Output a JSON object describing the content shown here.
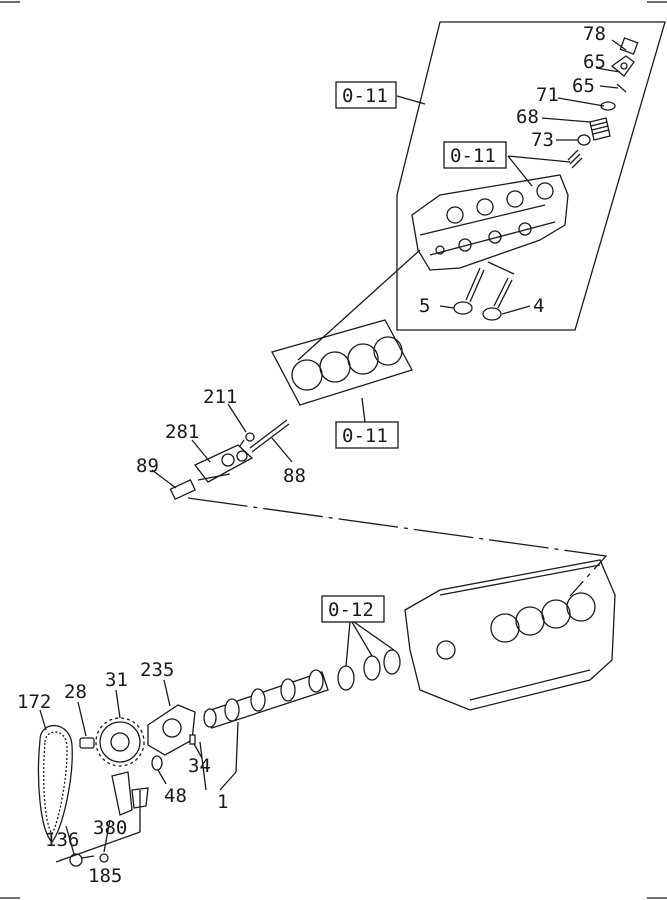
{
  "callouts": {
    "c78": "78",
    "c65a": "65",
    "c65b": "65",
    "c71": "71",
    "c68": "68",
    "c73": "73",
    "c5": "5",
    "c4": "4",
    "c211": "211",
    "c281": "281",
    "c89": "89",
    "c88": "88",
    "c235": "235",
    "c31": "31",
    "c28": "28",
    "c172": "172",
    "c34": "34",
    "c48": "48",
    "c1": "1",
    "c136": "136",
    "c380": "380",
    "c185": "185"
  },
  "references": {
    "r1": "0-11",
    "r2": "0-11",
    "r3": "0-11",
    "r4": "0-12"
  }
}
